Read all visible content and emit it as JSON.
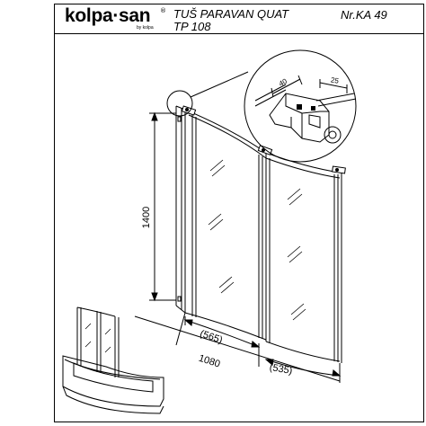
{
  "header": {
    "brand": "kolpa·san",
    "brand_mark": "®",
    "brand_sub": "by kolpa",
    "title_line1": "TUŠ PARAVAN QUAT",
    "title_line2": "TP 108",
    "catalog_no": "Nr.KA 49"
  },
  "dimensions": {
    "height": "1400",
    "width_total": "1080",
    "width_left": "(565)",
    "width_right": "(535)",
    "profile_a": "40",
    "profile_b": "25"
  }
}
